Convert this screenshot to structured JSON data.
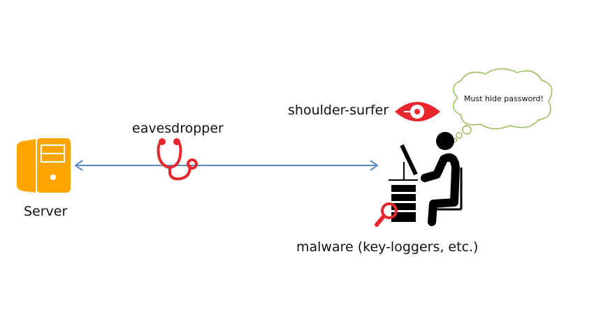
{
  "labels": {
    "server": "Server",
    "eavesdropper": "eavesdropper",
    "shoulder_surfer": "shoulder-surfer",
    "malware": "malware (key-loggers, etc.)",
    "thought": "Must hide password!"
  },
  "colors": {
    "server": "#FFA500",
    "threat": "#E8262F",
    "arrow": "#5B8CC8",
    "cloud": "#9BBB59",
    "person": "#000000"
  }
}
